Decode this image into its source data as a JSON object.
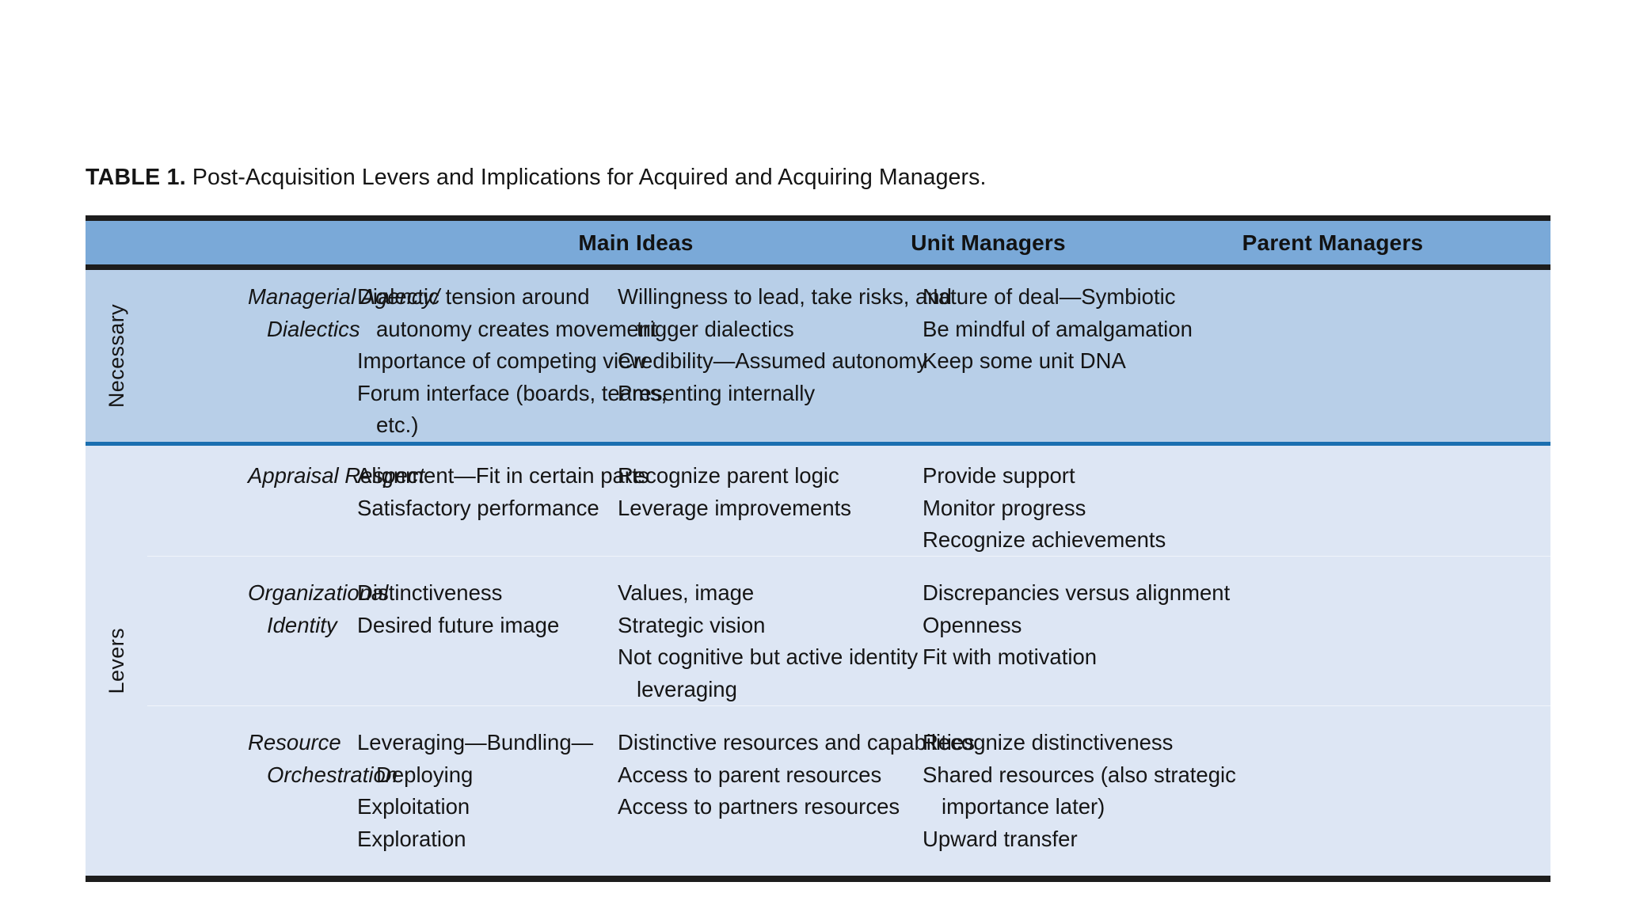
{
  "caption": {
    "label": "TABLE 1.",
    "text": "Post-Acquisition Levers and Implications for Acquired and Acquiring Managers."
  },
  "colors": {
    "header_fill": "#7aa9d8",
    "band_necessary_fill": "#b8cfe8",
    "band_levers_fill": "#dde6f4",
    "rule_black": "#1d1d1d",
    "rule_blue": "#1a6fb0",
    "text": "#151515"
  },
  "table": {
    "columns": [
      {
        "key": "lever",
        "label": ""
      },
      {
        "key": "main",
        "label": "Main Ideas"
      },
      {
        "key": "unit",
        "label": "Unit Managers"
      },
      {
        "key": "parent",
        "label": "Parent Managers"
      }
    ],
    "bands": [
      {
        "label": "Necessary",
        "rows": [
          {
            "lever": [
              "Managerial Agency/",
              "Dialectics"
            ],
            "lever_indent": [
              false,
              true
            ],
            "main": [
              "Dialectic tension around",
              "autonomy creates movement",
              "Importance of competing view",
              "Forum interface (boards, teams,",
              "etc.)"
            ],
            "main_indent": [
              false,
              true,
              false,
              false,
              true
            ],
            "unit": [
              "Willingness to lead, take risks, and",
              "trigger dialectics",
              "Credibility—Assumed autonomy",
              "Presenting internally"
            ],
            "unit_indent": [
              false,
              true,
              false,
              false
            ],
            "parent": [
              "Nature of deal—Symbiotic",
              "Be mindful of amalgamation",
              "Keep some unit DNA"
            ],
            "parent_indent": [
              false,
              false,
              false
            ]
          }
        ]
      },
      {
        "label": "Levers",
        "rows": [
          {
            "lever": [
              "Appraisal Respect"
            ],
            "lever_indent": [
              false
            ],
            "main": [
              "Alignment—Fit in certain parts",
              "Satisfactory performance"
            ],
            "main_indent": [
              false,
              false
            ],
            "unit": [
              "Recognize parent logic",
              "Leverage improvements"
            ],
            "unit_indent": [
              false,
              false
            ],
            "parent": [
              "Provide support",
              "Monitor progress",
              "Recognize achievements"
            ],
            "parent_indent": [
              false,
              false,
              false
            ]
          },
          {
            "lever": [
              "Organizational",
              "Identity"
            ],
            "lever_indent": [
              false,
              true
            ],
            "main": [
              "Distinctiveness",
              "Desired future image"
            ],
            "main_indent": [
              false,
              false
            ],
            "unit": [
              "Values, image",
              "Strategic vision",
              "Not cognitive but active identity",
              "leveraging"
            ],
            "unit_indent": [
              false,
              false,
              false,
              true
            ],
            "parent": [
              "Discrepancies versus alignment",
              "Openness",
              "Fit with motivation"
            ],
            "parent_indent": [
              false,
              false,
              false
            ]
          },
          {
            "lever": [
              "Resource",
              "Orchestration"
            ],
            "lever_indent": [
              false,
              true
            ],
            "main": [
              "Leveraging—Bundling—",
              "Deploying",
              "Exploitation",
              "Exploration"
            ],
            "main_indent": [
              false,
              true,
              false,
              false
            ],
            "unit": [
              "Distinctive resources and capabilities",
              "Access to parent resources",
              "Access to partners resources"
            ],
            "unit_indent": [
              false,
              false,
              false
            ],
            "parent": [
              "Recognize distinctiveness",
              "Shared resources (also strategic",
              "importance later)",
              "Upward transfer"
            ],
            "parent_indent": [
              false,
              false,
              true,
              false
            ]
          }
        ]
      }
    ]
  }
}
